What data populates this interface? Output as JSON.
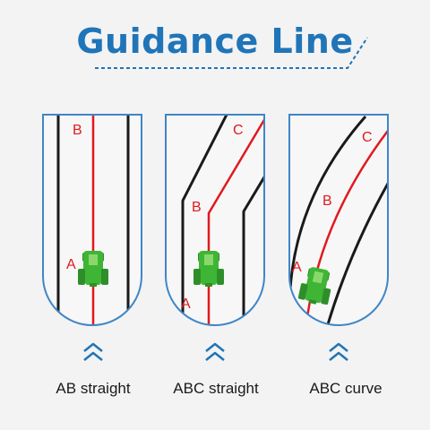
{
  "title": "Guidance Line",
  "colors": {
    "title": "#1f75b8",
    "line": "#e1191f",
    "panel_border": "#3f86c6",
    "tractor": "#3fb535"
  },
  "panels": [
    {
      "label": "AB straight",
      "points": [
        "A",
        "B"
      ]
    },
    {
      "label": "ABC straight",
      "points": [
        "A",
        "B",
        "C"
      ]
    },
    {
      "label": "ABC curve",
      "points": [
        "A",
        "B",
        "C"
      ]
    }
  ],
  "icons": {
    "chevron": "double-chevron-up-icon",
    "tractor": "tractor-icon"
  }
}
